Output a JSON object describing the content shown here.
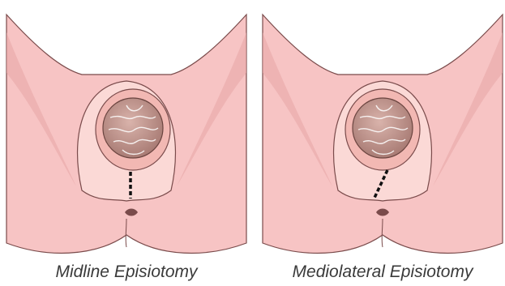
{
  "figures": [
    {
      "caption": "Midline Episiotomy",
      "incision": "midline"
    },
    {
      "caption": "Mediolateral Episiotomy",
      "incision": "mediolateral"
    }
  ],
  "colors": {
    "skin": "#f7c4c4",
    "skin_light": "#fbd9d6",
    "skin_shadow": "#e8a9a9",
    "outline": "#7a4b4b",
    "head": "#c99a92",
    "hair": "#ffffff",
    "incision": "#111111",
    "caption": "#3a3a3a"
  }
}
